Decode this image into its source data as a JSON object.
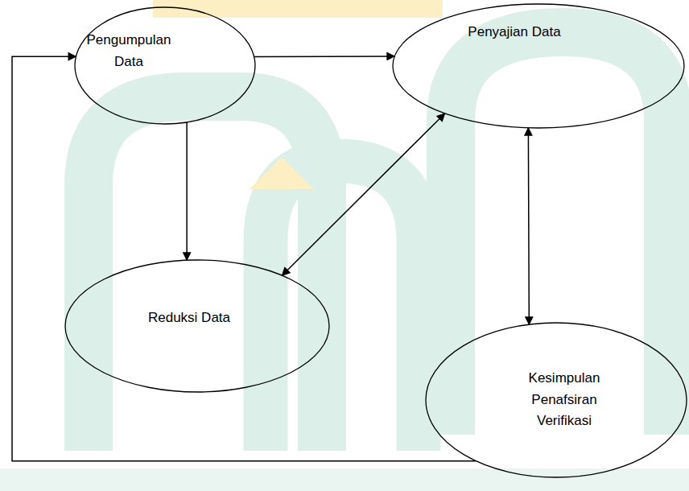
{
  "diagram": {
    "nodes": [
      {
        "text": [
          "Pengumpulan Data"
        ]
      },
      {
        "text": [
          "Penyajian Data"
        ]
      },
      {
        "text": [
          "Reduksi Data"
        ]
      },
      {
        "text": [
          "Kesimpulan Penafsiran Verifikasi"
        ]
      }
    ],
    "edges": [
      {
        "from": 0,
        "to": 1,
        "arrow": "to"
      },
      {
        "from": 0,
        "to": 2,
        "arrow": "to"
      },
      {
        "from": 2,
        "to": 1,
        "arrow": "both"
      },
      {
        "from": 1,
        "to": 3,
        "arrow": "both"
      },
      {
        "from": 3,
        "to": 0,
        "arrow": "to"
      }
    ]
  }
}
